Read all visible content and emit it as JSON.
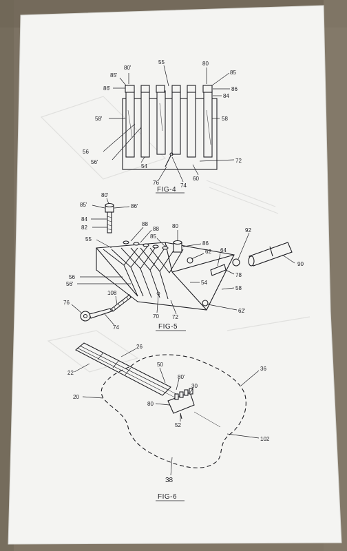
{
  "figures": {
    "fig4": {
      "caption": "FIG-4",
      "labels": {
        "l80p": "80'",
        "l85p": "85'",
        "l86p": "86'",
        "l55": "55",
        "l80": "80",
        "l85": "85",
        "l86": "86",
        "l84": "84",
        "l58p": "58'",
        "l58": "58",
        "l56": "56",
        "l56p": "56'",
        "l54": "54",
        "l72": "72",
        "l60": "60",
        "l76": "76",
        "l74": "74"
      }
    },
    "fig5": {
      "caption": "FIG-5",
      "labels": {
        "l80p": "80'",
        "l85p": "85'",
        "l86p": "86'",
        "l84": "84",
        "l82": "82",
        "l88a": "88",
        "l88b": "88",
        "l85": "85",
        "l80": "80",
        "l86": "86",
        "l55": "55",
        "l62": "62",
        "l64": "64",
        "l92": "92",
        "l90": "90",
        "l78": "78",
        "l58": "58",
        "l54": "54",
        "l56": "56",
        "l56p": "56'",
        "l76": "76",
        "l108": "108",
        "l70": "70",
        "l72": "72",
        "l74": "74",
        "l62p": "62'"
      }
    },
    "fig6": {
      "caption": "FIG-6",
      "labels": {
        "l26": "26",
        "l22": "22",
        "l50": "50",
        "l80p": "80'",
        "l30": "30",
        "l36": "36",
        "l20": "20",
        "l80": "80",
        "l52": "52",
        "l102": "102",
        "l38": "38"
      }
    }
  },
  "colors": {
    "paper": "#f4f4f2",
    "ink": "#1d1d22",
    "background": "#7f7566"
  }
}
